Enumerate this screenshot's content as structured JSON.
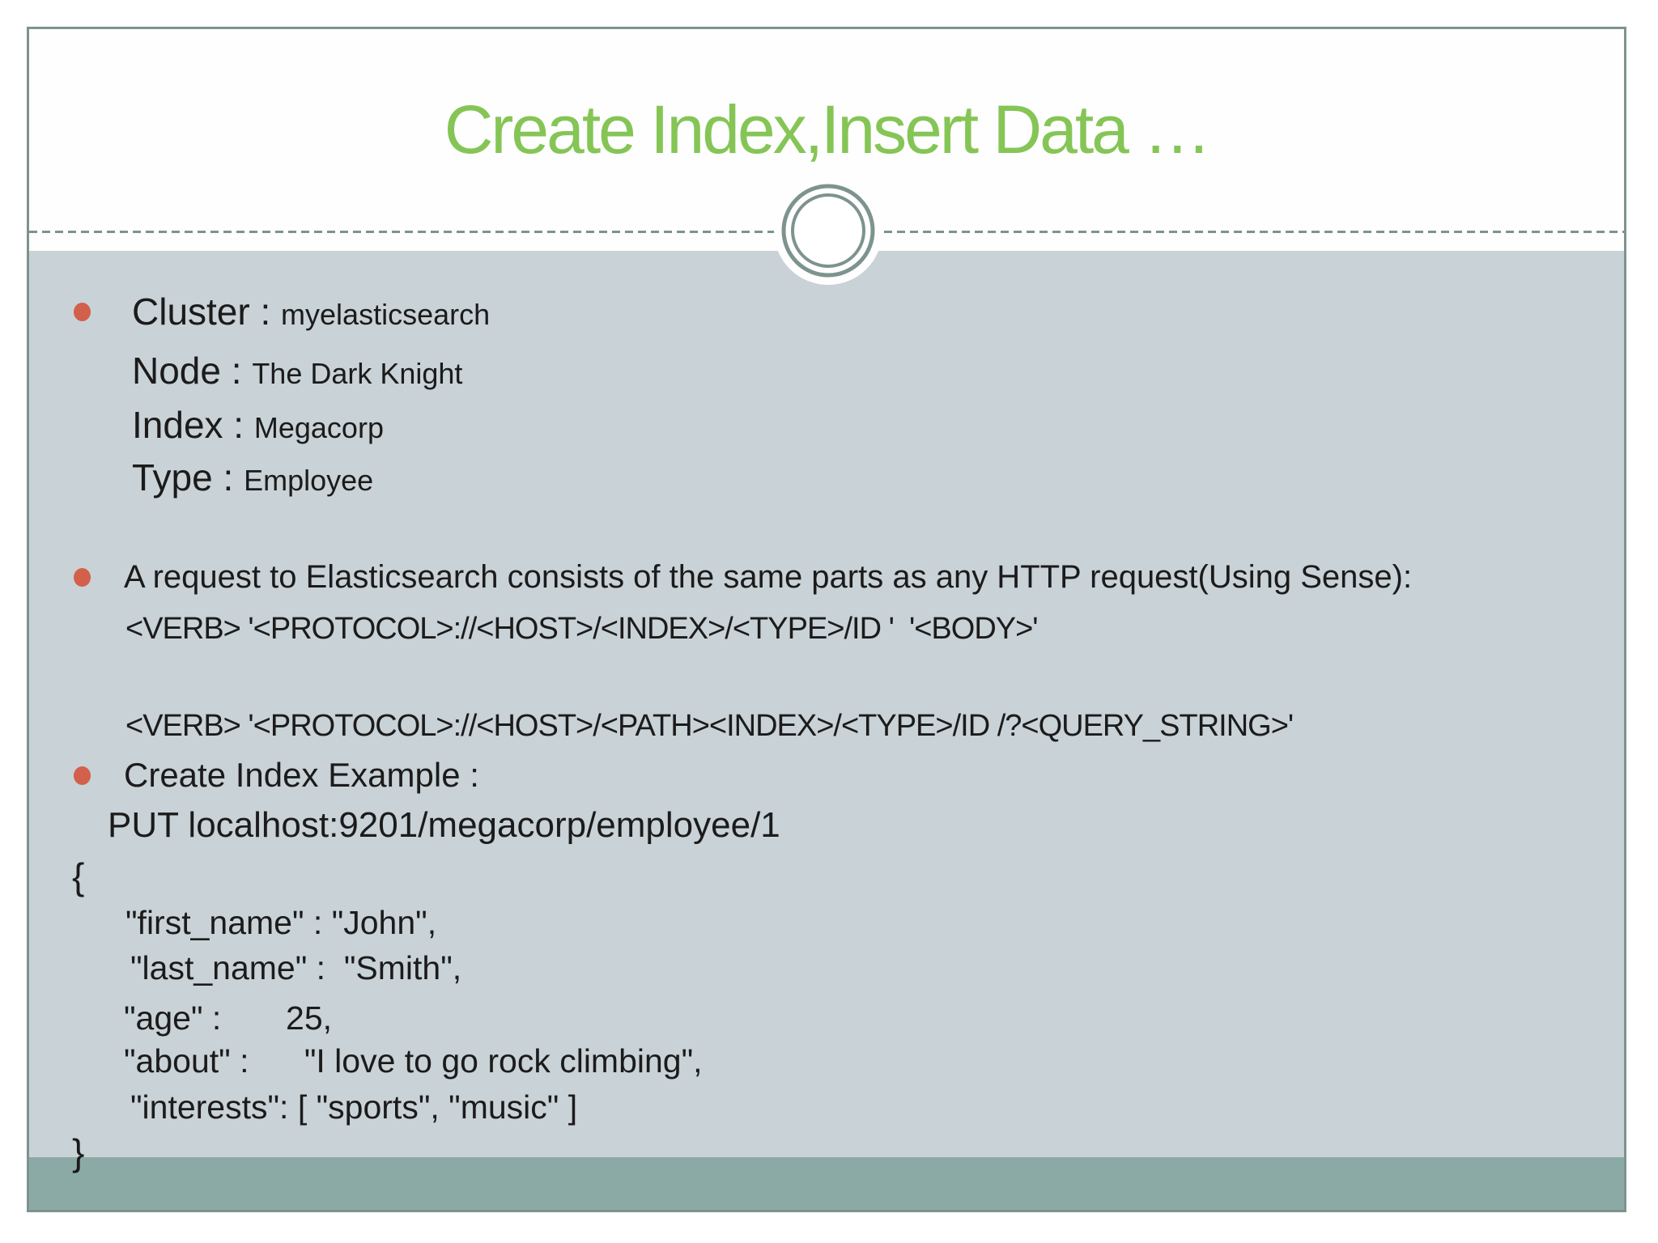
{
  "slide": {
    "title": "Create Index,Insert Data …",
    "colors": {
      "title_green": "#85c556",
      "bullet_dot": "#d2604a",
      "content_background": "#c9d2d6",
      "footer_band": "#8caaa5",
      "frame_and_ornament": "#7d938e",
      "body_text": "#1b1b1b"
    },
    "content": {
      "cluster_label": "Cluster : ",
      "cluster_value": "myelasticsearch",
      "node_label": "Node : ",
      "node_value": "The Dark Knight",
      "index_label": "Index : ",
      "index_value": "Megacorp",
      "type_label": "Type : ",
      "type_value": "Employee",
      "request_intro": "A request to Elasticsearch consists of the same parts as any HTTP request(Using Sense):",
      "verb_line1": "<VERB> '<PROTOCOL>://<HOST>/<INDEX>/<TYPE>/ID '  '<BODY>'",
      "verb_line2": "<VERB> '<PROTOCOL>://<HOST>/<PATH><INDEX>/<TYPE>/ID /?<QUERY_STRING>'",
      "create_index_label": "Create Index Example :",
      "put_line": "PUT localhost:9201/megacorp/employee/1",
      "json_open_brace": "{",
      "json_first_name": "\"first_name\" : \"John\",",
      "json_last_name": "\"last_name\" :  \"Smith\",",
      "json_age": "\"age\" :       25,",
      "json_about": "\"about\" :      \"I love to go rock climbing\",",
      "json_interests": "\"interests\": [ \"sports\", \"music\" ]",
      "json_close_brace": "}"
    }
  }
}
